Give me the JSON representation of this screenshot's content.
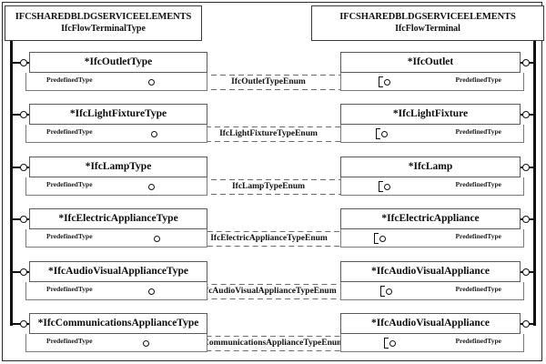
{
  "diagram": {
    "title": "IfcFlowTerminalType / IfcFlowTerminal",
    "schema_left": {
      "schema": "IFCSHAREDBLDGSERVICEELEMENTS",
      "entity": "IfcFlowTerminalType"
    },
    "schema_right": {
      "schema": "IFCSHAREDBLDGSERVICEELEMENTS",
      "entity": "IfcFlowTerminal"
    },
    "attribute_label": "PredefinedType",
    "colors": {
      "line": "#111111",
      "box_border": "#5a5a5a",
      "dashed": "#6d6d6d",
      "background": "#ffffff"
    },
    "rows": [
      {
        "type_class": "*IfcOutletType",
        "occurrence_class": "*IfcOutlet",
        "enum": "IfcOutletTypeEnum",
        "type_attr": "PredefinedType",
        "occurrence_attr": "PredefinedType"
      },
      {
        "type_class": "*IfcLightFixtureType",
        "occurrence_class": "*IfcLightFixture",
        "enum": "IfcLightFixtureTypeEnum",
        "type_attr": "PredefinedType",
        "occurrence_attr": "PredefinedType"
      },
      {
        "type_class": "*IfcLampType",
        "occurrence_class": "*IfcLamp",
        "enum": "IfcLampTypeEnum",
        "type_attr": "PredefinedType",
        "occurrence_attr": "PredefinedType"
      },
      {
        "type_class": "*IfcElectricApplianceType",
        "occurrence_class": "*IfcElectricAppliance",
        "enum": "IfcElectricApplianceTypeEnum",
        "type_attr": "PredefinedType",
        "occurrence_attr": "PredefinedType"
      },
      {
        "type_class": "*IfcAudioVisualApplianceType",
        "occurrence_class": "*IfcAudioVisualAppliance",
        "enum": "IfcAudioVisualApplianceTypeEnum",
        "type_attr": "PredefinedType",
        "occurrence_attr": "PredefinedType"
      },
      {
        "type_class": "*IfcCommunicationsApplianceType",
        "occurrence_class": "*IfcAudioVisualAppliance",
        "enum": "IfcCommunicationsApplianceTypeEnum",
        "type_attr": "PredefinedType",
        "occurrence_attr": "PredefinedType"
      }
    ]
  }
}
